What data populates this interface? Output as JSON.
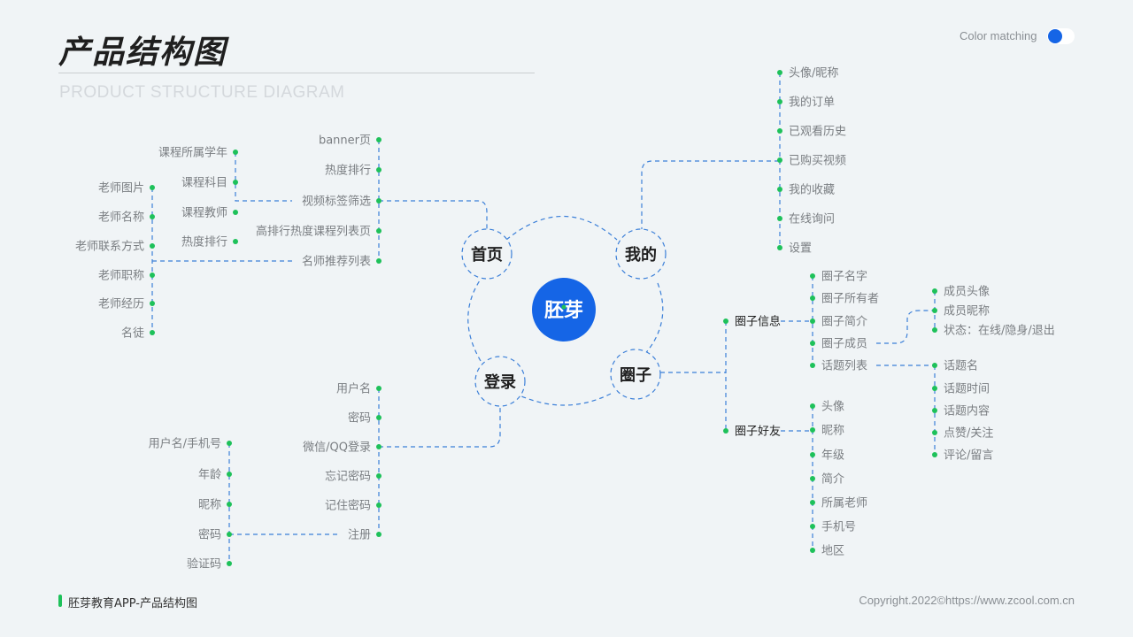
{
  "header": {
    "title": "产品结构图",
    "subtitle": "PRODUCT STRUCTURE DIAGRAM",
    "color_matching_label": "Color matching"
  },
  "footer": {
    "left": "胚芽教育APP-产品结构图",
    "right": "Copyright.2022©https://www.zcool.com.cn"
  },
  "colors": {
    "accent_blue": "#1565e6",
    "dot_green": "#1ec15a",
    "dash_blue": "#3b7fd8"
  },
  "diagram": {
    "center": "胚芽",
    "nodes": {
      "home": "首页",
      "mine": "我的",
      "circle": "圈子",
      "login": "登录"
    },
    "home_items": [
      "banner页",
      "热度排行",
      "视频标签筛选",
      "高排行热度课程列表页",
      "名师推荐列表"
    ],
    "tag_filter_items": [
      "课程所属学年",
      "课程科目",
      "课程教师",
      "热度排行"
    ],
    "teacher_items": [
      "老师图片",
      "老师名称",
      "老师联系方式",
      "老师职称",
      "老师经历",
      "名徒"
    ],
    "mine_items": [
      "头像/昵称",
      "我的订单",
      "已观看历史",
      "已购买视频",
      "我的收藏",
      "在线询问",
      "设置"
    ],
    "circle_groups": [
      "圈子信息",
      "圈子好友"
    ],
    "circle_info_items": [
      "圈子名字",
      "圈子所有者",
      "圈子简介",
      "圈子成员",
      "话题列表"
    ],
    "member_items": [
      "成员头像",
      "成员昵称",
      "状态：在线/隐身/退出"
    ],
    "topic_items": [
      "话题名",
      "话题时间",
      "话题内容",
      "点赞/关注",
      "评论/留言"
    ],
    "friend_items": [
      "头像",
      "昵称",
      "年级",
      "简介",
      "所属老师",
      "手机号",
      "地区"
    ],
    "login_items": [
      "用户名",
      "密码",
      "微信/QQ登录",
      "忘记密码",
      "记住密码",
      "注册"
    ],
    "register_items": [
      "用户名/手机号",
      "年龄",
      "昵称",
      "密码",
      "验证码"
    ]
  }
}
